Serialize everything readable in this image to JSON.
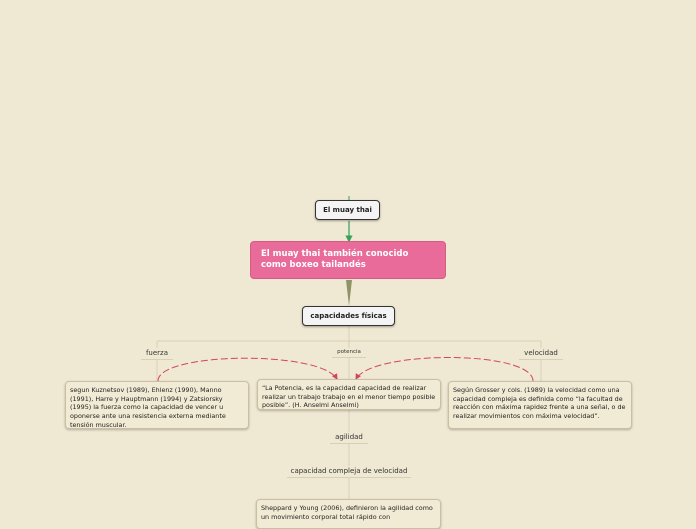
{
  "nodes": {
    "root": "El muay thai",
    "central": "El muay thai también conocido como boxeo tailandés",
    "capacidades": "capacidades físicas",
    "fuerza": "fuerza",
    "potencia": "potencia",
    "velocidad": "velocidad",
    "agilidad": "agilidad",
    "capacidad_compleja": "capacidad compleja de velocidad"
  },
  "cards": {
    "fuerza_text": "segun Kuznetsov (1989), Ehlenz (1990), Manno (1991), Harre y Hauptmann (1994) y Zatsiorsky (1995) la fuerza como la capacidad de vencer u oponerse ante una resistencia externa mediante tensión muscular.",
    "potencia_text": "“La Potencia, es la capacidad capacidad de realizar realizar un trabajo trabajo en el menor tiempo posible posible”. (H. Anselmi Anselmi)",
    "velocidad_text": "Según Grosser y cols. (1989) la velocidad como una capacidad compleja es definida como “la facultad de reacción con máxima rapidez frente a una señal, o de realizar movimientos con máxima velocidad”.",
    "agilidad_text": "Sheppard y Young (2006), definieron la agilidad como un movimiento corporal total rápido con"
  },
  "colors": {
    "background": "#efe8d2",
    "central": "#e96b9a",
    "relation_arrow": "#d2455e",
    "root_link": "#2fa35a",
    "branch": "#8f9468"
  }
}
